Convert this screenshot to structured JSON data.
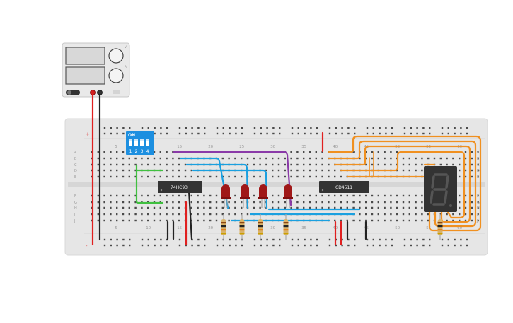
{
  "power_supply": {
    "knob_labels": [
      "V",
      "A"
    ],
    "display_1": "",
    "display_2": "",
    "terminals": [
      "-",
      "+"
    ]
  },
  "breadboard": {
    "column_numbers": [
      "5",
      "10",
      "15",
      "20",
      "25",
      "30",
      "35",
      "40",
      "45",
      "50",
      "55",
      "60"
    ],
    "row_letters_top": [
      "A",
      "B",
      "C",
      "D",
      "E"
    ],
    "row_letters_bottom": [
      "F",
      "G",
      "H",
      "I",
      "J"
    ],
    "rail_symbols": [
      "+",
      "-"
    ]
  },
  "dip_switch": {
    "label": "ON",
    "positions": [
      "1",
      "2",
      "3",
      "4"
    ]
  },
  "chips": [
    {
      "name": "chip-74hc93",
      "label": "74HC93"
    },
    {
      "name": "chip-cd4511",
      "label": "CD4511"
    }
  ],
  "leds": {
    "count": 4,
    "color": "#a01818"
  },
  "seven_segment": {
    "digit": "8",
    "color": "#333333"
  },
  "colors": {
    "wire_red": "#e02020",
    "wire_black": "#222222",
    "wire_blue": "#1aa0e0",
    "wire_green": "#40c040",
    "wire_purple": "#8a3aa8",
    "wire_orange": "#f09020",
    "board": "#e6e6e6",
    "dip_blue": "#1d8fe0"
  }
}
